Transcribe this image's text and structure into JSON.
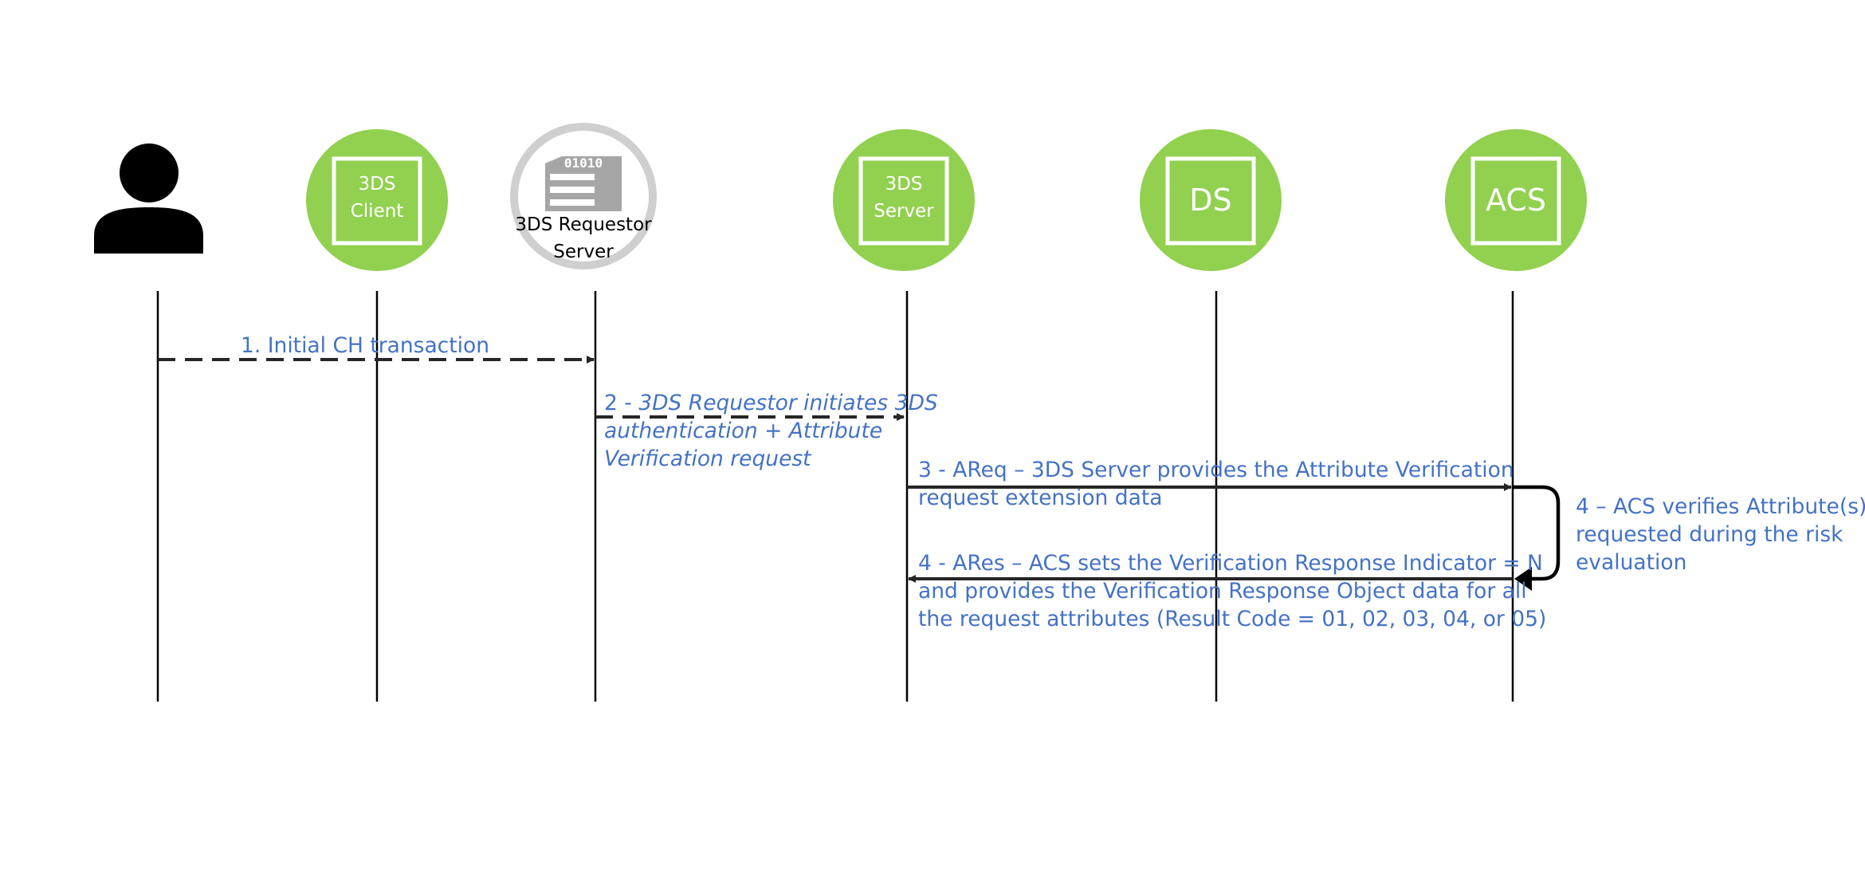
{
  "participants": {
    "cardholder": {
      "icon": "user-icon"
    },
    "client": {
      "line1": "3DS",
      "line2": "Client"
    },
    "requestor": {
      "icon": "server-icon",
      "line1": "3DS Requestor",
      "line2": "Server",
      "binary_glyphs": "01010"
    },
    "server": {
      "line1": "3DS",
      "line2": "Server"
    },
    "ds": {
      "label": "DS"
    },
    "acs": {
      "label": "ACS"
    }
  },
  "messages": {
    "m1": {
      "line1": "1. Initial CH transaction"
    },
    "m2": {
      "line1_prefix": "2 - ",
      "line1_italic": "3DS Requestor initiates 3DS",
      "line2": "authentication + Attribute",
      "line3": "Verification request"
    },
    "m3": {
      "line1": "3 - AReq – 3DS Server provides the Attribute Verification",
      "line2": "request extension data"
    },
    "m4_self": {
      "line1": "4 – ACS verifies Attribute(s)",
      "line2": "requested during the risk",
      "line3": "evaluation"
    },
    "m4_res": {
      "line1": "4 - ARes – ACS sets the Verification Response Indicator = N",
      "line2": "and provides the Verification Response Object data for all",
      "line3": "the request attributes (Result Code = 01, 02, 03, 04, or 05)"
    }
  },
  "colors": {
    "green": "#92d050",
    "label_blue": "#4472c4",
    "line": "#000000",
    "dashed": "#262626"
  }
}
